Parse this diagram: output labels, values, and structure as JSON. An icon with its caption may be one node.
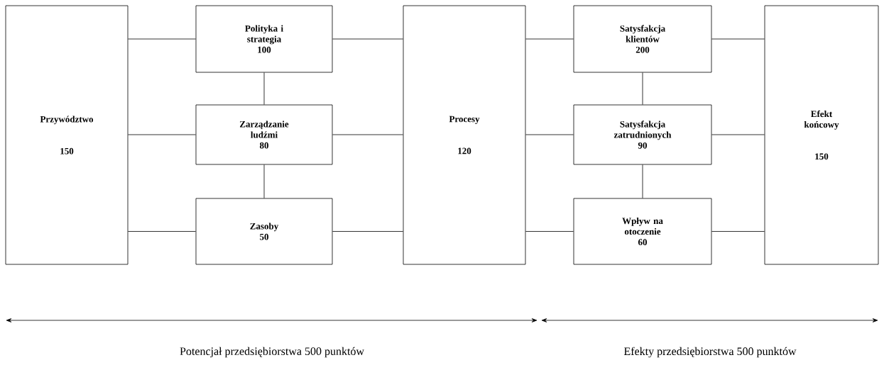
{
  "diagram": {
    "nodes": [
      {
        "text": [
          "Przywództwo",
          "150"
        ]
      },
      {
        "text": [
          "Polityka i strategia",
          "100"
        ]
      },
      {
        "text": [
          "Zarządzanie ludźmi",
          "80"
        ]
      },
      {
        "text": [
          "Zasoby",
          "50"
        ]
      },
      {
        "text": [
          "Procesy",
          "120"
        ]
      },
      {
        "text": [
          "Satysfakcja klientów",
          "200"
        ]
      },
      {
        "text": [
          "Satysfakcja zatrudnionych",
          "90"
        ]
      },
      {
        "text": [
          "Wpływ na otoczenie",
          "60"
        ]
      },
      {
        "text": [
          "Efekt końcowy",
          "150"
        ]
      }
    ],
    "edges": [
      {
        "from": 0,
        "to": 1,
        "arrow": "none"
      },
      {
        "from": 0,
        "to": 2,
        "arrow": "none"
      },
      {
        "from": 0,
        "to": 3,
        "arrow": "none"
      },
      {
        "from": 1,
        "to": 2,
        "arrow": "none"
      },
      {
        "from": 2,
        "to": 3,
        "arrow": "none"
      },
      {
        "from": 1,
        "to": 4,
        "arrow": "none"
      },
      {
        "from": 2,
        "to": 4,
        "arrow": "none"
      },
      {
        "from": 3,
        "to": 4,
        "arrow": "none"
      },
      {
        "from": 4,
        "to": 5,
        "arrow": "none"
      },
      {
        "from": 4,
        "to": 6,
        "arrow": "none"
      },
      {
        "from": 4,
        "to": 7,
        "arrow": "none"
      },
      {
        "from": 5,
        "to": 6,
        "arrow": "none"
      },
      {
        "from": 6,
        "to": 7,
        "arrow": "none"
      },
      {
        "from": 5,
        "to": 8,
        "arrow": "none"
      },
      {
        "from": 6,
        "to": 8,
        "arrow": "none"
      },
      {
        "from": 7,
        "to": 8,
        "arrow": "none"
      }
    ],
    "labels": [
      "Potencjał przedsiębiorstwa 500 punktów",
      "Efekty przedsiębiorstwa 500 punktów"
    ]
  }
}
